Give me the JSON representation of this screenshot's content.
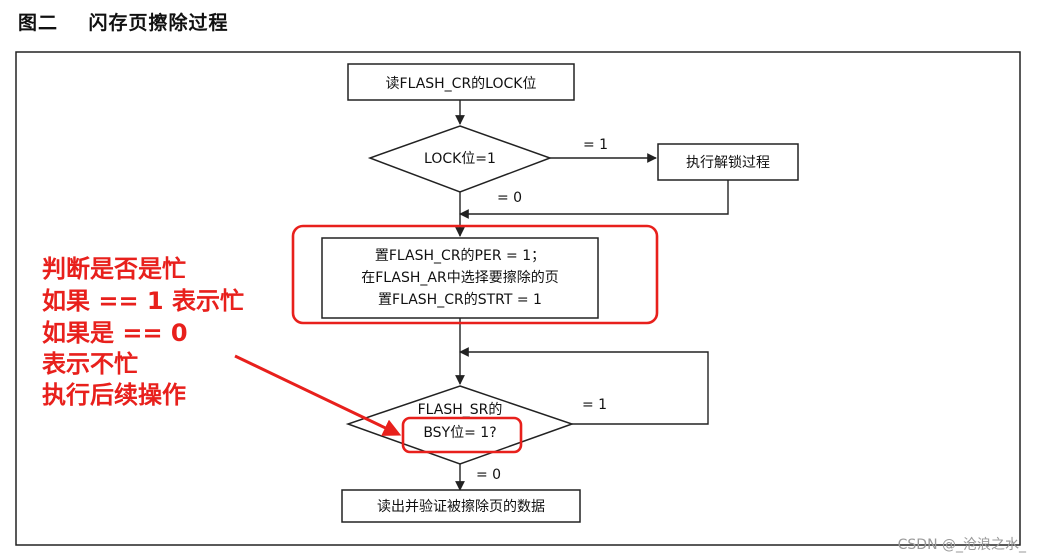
{
  "caption": "图二    闪存页擦除过程",
  "nodes": {
    "read_lock": "读FLASH_CR的LOCK位",
    "lock_check": "LOCK位=1",
    "unlock": "执行解锁过程",
    "set_per": {
      "line1": "置FLASH_CR的PER = 1；",
      "line2": "在FLASH_AR中选择要擦除的页",
      "line3": "置FLASH_CR的STRT = 1"
    },
    "bsy_check": {
      "line1": "FLASH_SR的",
      "line2": "BSY位= 1?"
    },
    "verify": "读出并验证被擦除页的数据"
  },
  "edge_labels": {
    "lock_yes": "= 1",
    "lock_no": "= 0",
    "bsy_yes": "= 1",
    "bsy_no": "= 0"
  },
  "annotation": {
    "lines": [
      "判断是否是忙",
      "如果 == 1 表示忙",
      "如果是 == 0",
      "表示不忙",
      "执行后续操作"
    ],
    "color": "#e8201c"
  },
  "watermark": "CSDN @_沧浪之水_"
}
